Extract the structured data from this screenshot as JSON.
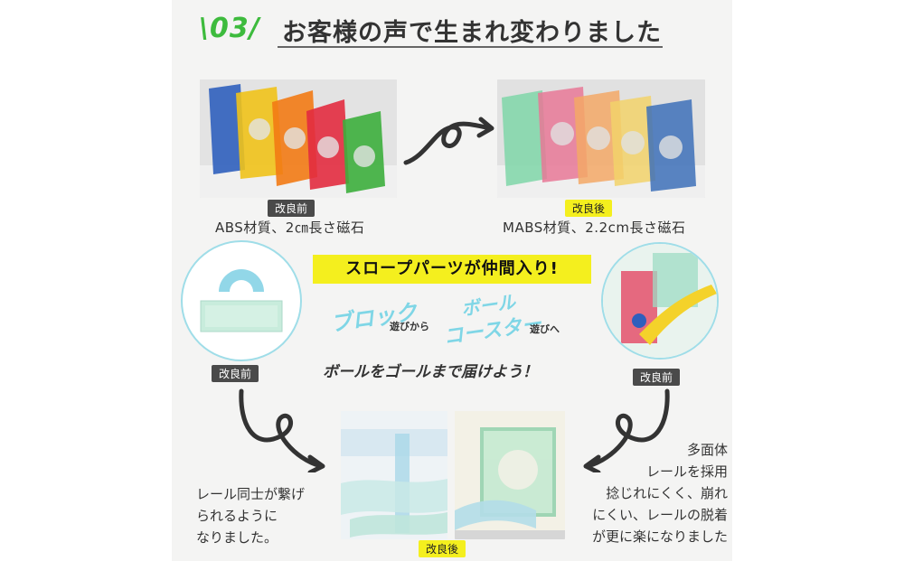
{
  "header": {
    "number": "\\03/",
    "title": "お客様の声で生まれ変わりました"
  },
  "top_left": {
    "tag": "改良前",
    "caption": "ABS材質、2㎝長さ磁石"
  },
  "top_right": {
    "tag": "改良後",
    "caption": "MABS材質、2.2cm長さ磁石"
  },
  "banner": {
    "text": "スロープパーツが仲間入り!"
  },
  "middle": {
    "left_word": "ブロック",
    "left_small": "遊びから",
    "right_word_1": "ボール",
    "right_word_2": "コースター",
    "right_small": "遊びへ",
    "goal": "ボールをゴールまで届けよう！"
  },
  "circle_left": {
    "tag": "改良前"
  },
  "circle_right": {
    "tag": "改良前"
  },
  "bottom": {
    "tag": "改良後",
    "left_text": [
      "レール同士が繋げ",
      "られるように",
      "なりました。"
    ],
    "right_text": [
      "多面体",
      "レールを採用",
      "捻じれにくく、崩れ",
      "にくい、レールの脱着",
      "が更に楽になりました"
    ]
  },
  "colors": {
    "accent_green": "#3dbb3d",
    "highlight_yellow": "#f4ef1e",
    "light_blue": "#7fd6e6",
    "dark_tag": "#4a4a4a"
  }
}
